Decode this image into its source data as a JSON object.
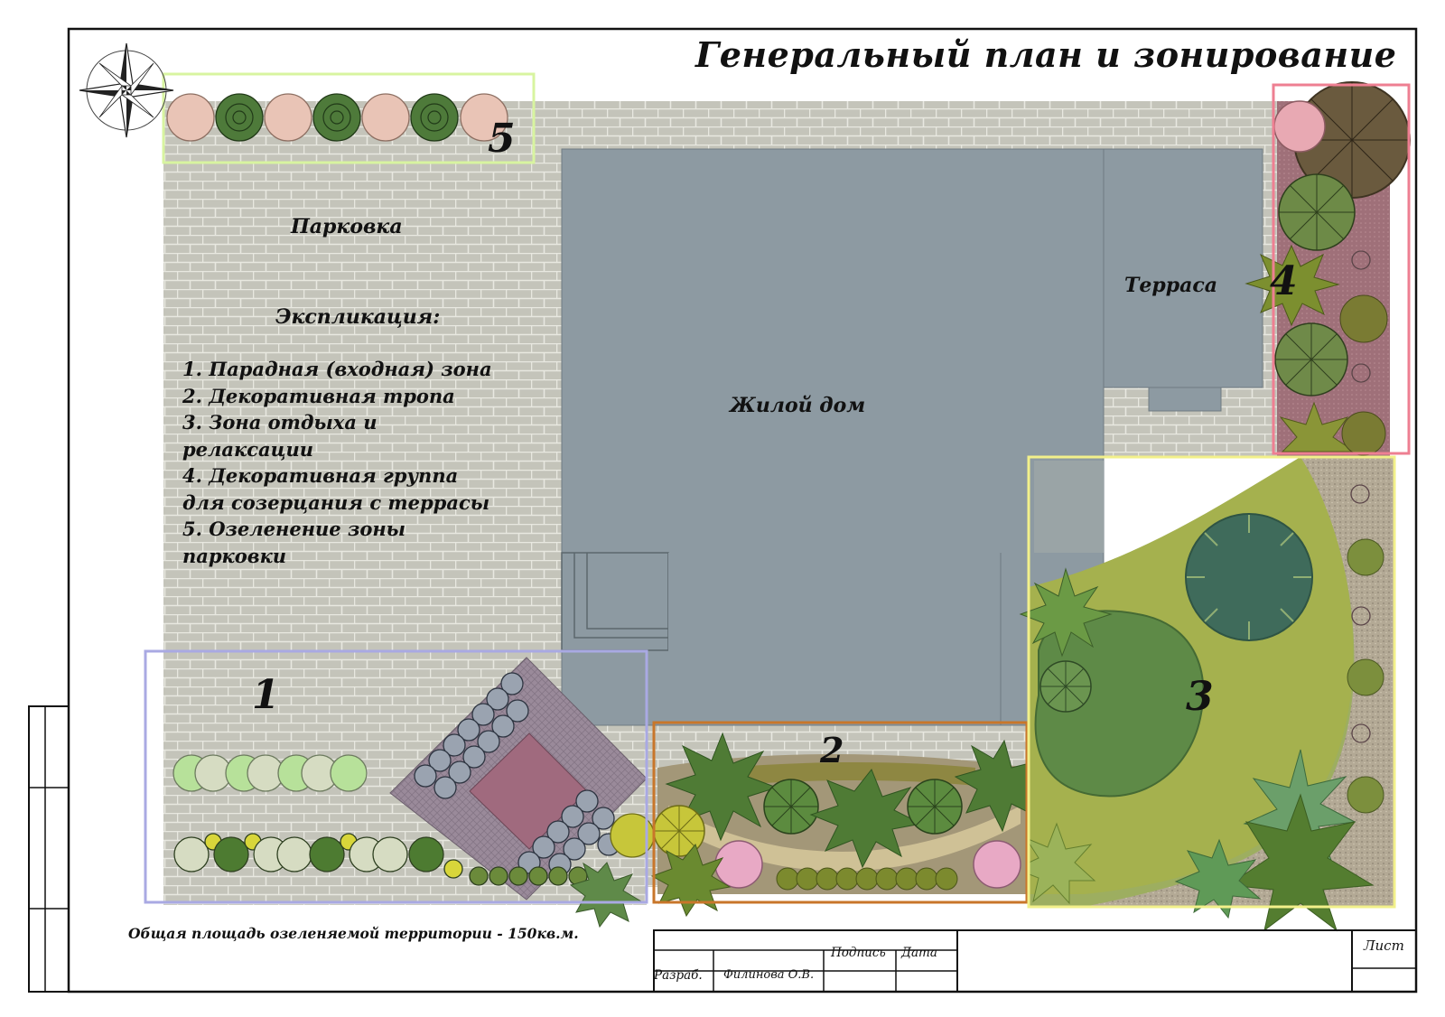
{
  "title": "Генеральный план и зонирование",
  "labels": {
    "parking": "Парковка",
    "explication_title": "Экспликация:",
    "house": "Жилой дом",
    "terrace": "Терраса"
  },
  "legend": [
    "1. Парадная (входная) зона",
    "2. Декоративная тропа",
    "3. Зона отдыха и",
    "релаксации",
    "4.  Декоративная группа",
    "для созерцания с террасы",
    "5.  Озеленение зоны",
    "парковки"
  ],
  "zones": [
    {
      "number": "1",
      "color": "#a9a9e3"
    },
    {
      "number": "2",
      "color": "#c8762a"
    },
    {
      "number": "3",
      "color": "#f2f08a"
    },
    {
      "number": "4",
      "color": "#ee7f92"
    },
    {
      "number": "5",
      "color": "#d8f4a0"
    }
  ],
  "area_note": "Общая площадь озеленяемой территории - 150кв.м.",
  "title_block": {
    "sign": "Подпись",
    "date": "Дата",
    "developed": "Разраб.",
    "author": "Филинова О.В.",
    "sheet": "Лист"
  },
  "colors": {
    "house": "#8d9aa2",
    "paving": "#bcbcb2",
    "lawn": "#9bb24f",
    "dark_shrub": "#4e7a3a",
    "pink_shrub": "#e9c4b6",
    "flowerbed": "#a27480"
  }
}
